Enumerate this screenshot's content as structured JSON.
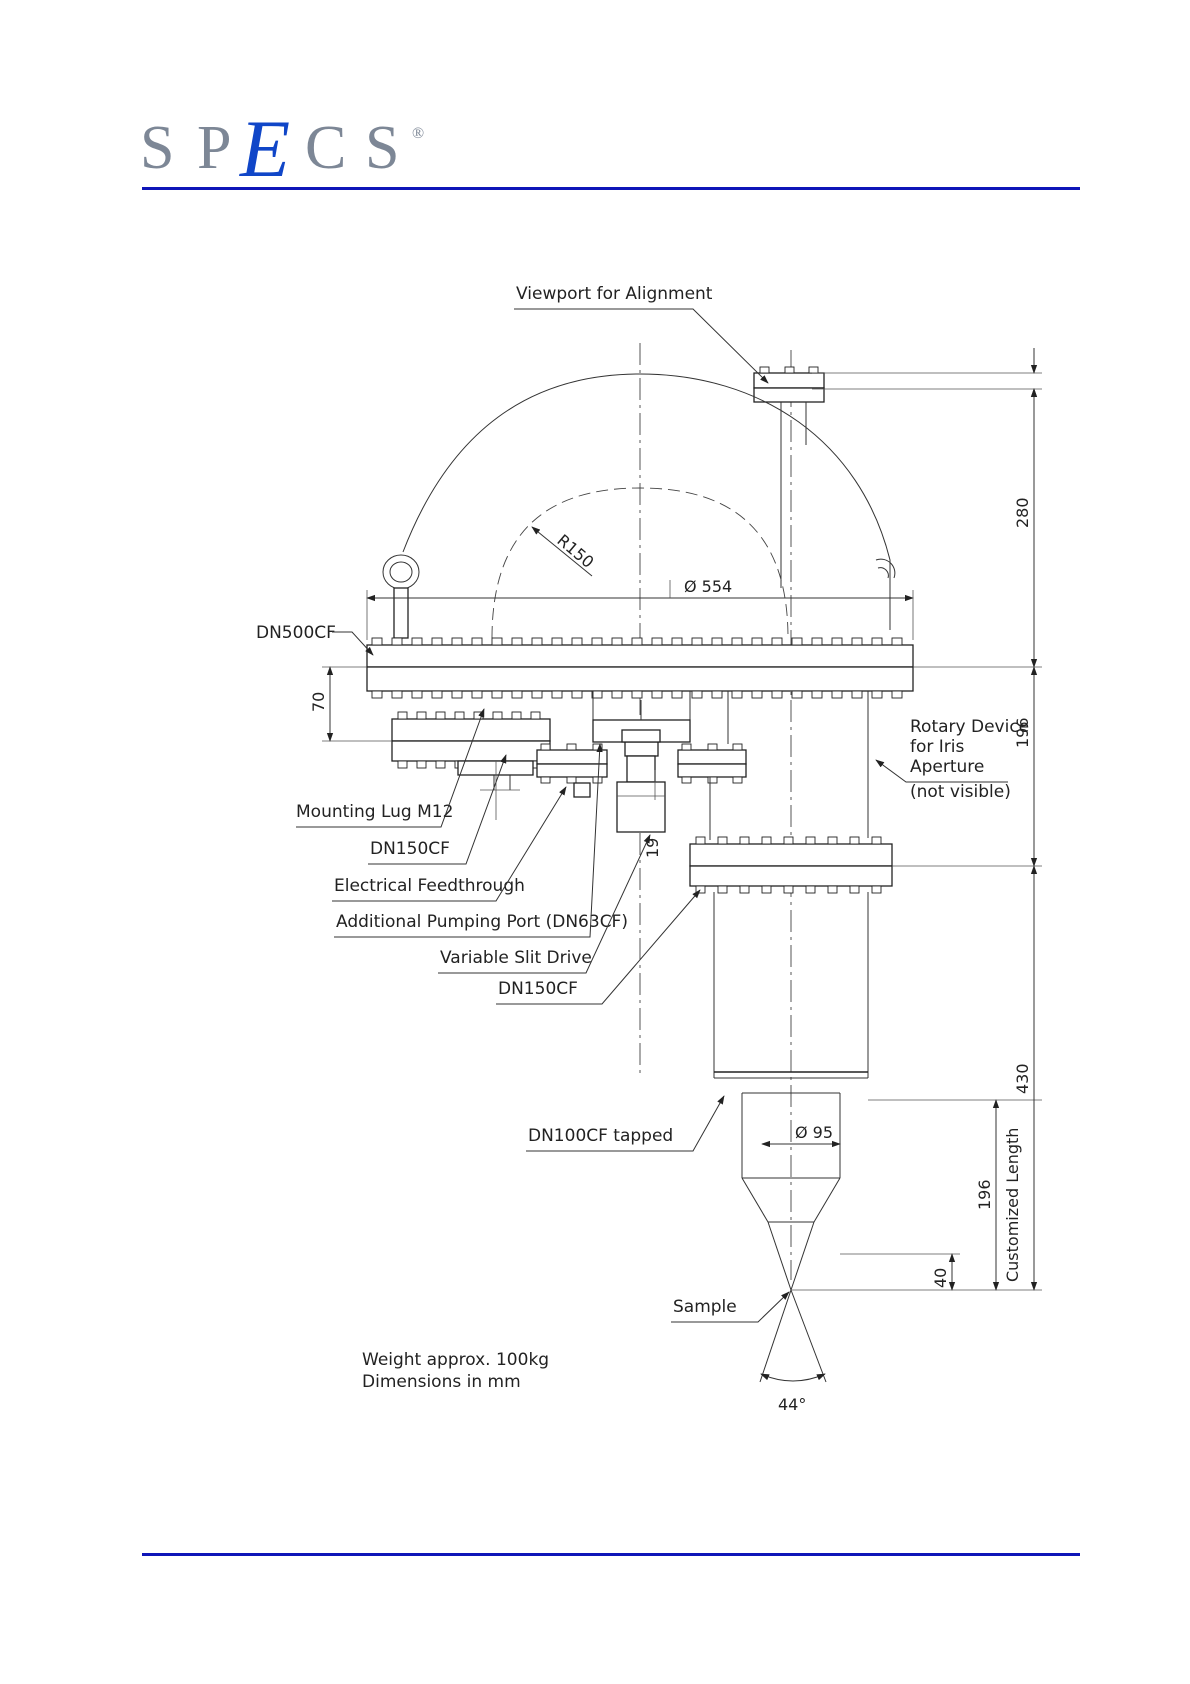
{
  "header": {
    "logo_text": "SPECS",
    "logo_letters": [
      "S",
      "P",
      "E",
      "C",
      "S"
    ],
    "logo_registered": "®",
    "colors": {
      "rule": "#0f15b8",
      "logo_grey": "#7d8796",
      "logo_accent": "#1046c8"
    }
  },
  "diagram": {
    "labels": {
      "viewport": "Viewport for Alignment",
      "dn500": "DN500CF",
      "rotary_1": "Rotary Device",
      "rotary_2": "for Iris",
      "rotary_3": "Aperture",
      "rotary_4": "(not visible)",
      "mounting_lug": "Mounting Lug M12",
      "dn150_upper": "DN150CF",
      "feedthrough": "Electrical Feedthrough",
      "pumping_port": "Additional Pumping Port (DN63CF)",
      "slit_drive": "Variable Slit Drive",
      "dn150_lower": "DN150CF",
      "dn100": "DN100CF tapped",
      "sample": "Sample"
    },
    "dimensions": {
      "radius": "R150",
      "dome_diameter": "Ø 554",
      "dim_70": "70",
      "dim_280": "280",
      "dim_196_upper": "196",
      "dim_19": "19",
      "dim_430": "430",
      "tube_diameter": "Ø 95",
      "dim_196_lower": "196",
      "customized_length": "Customized Length",
      "dim_40": "40",
      "angle": "44°"
    },
    "notes": {
      "weight": "Weight approx. 100kg",
      "units": "Dimensions in mm"
    }
  }
}
